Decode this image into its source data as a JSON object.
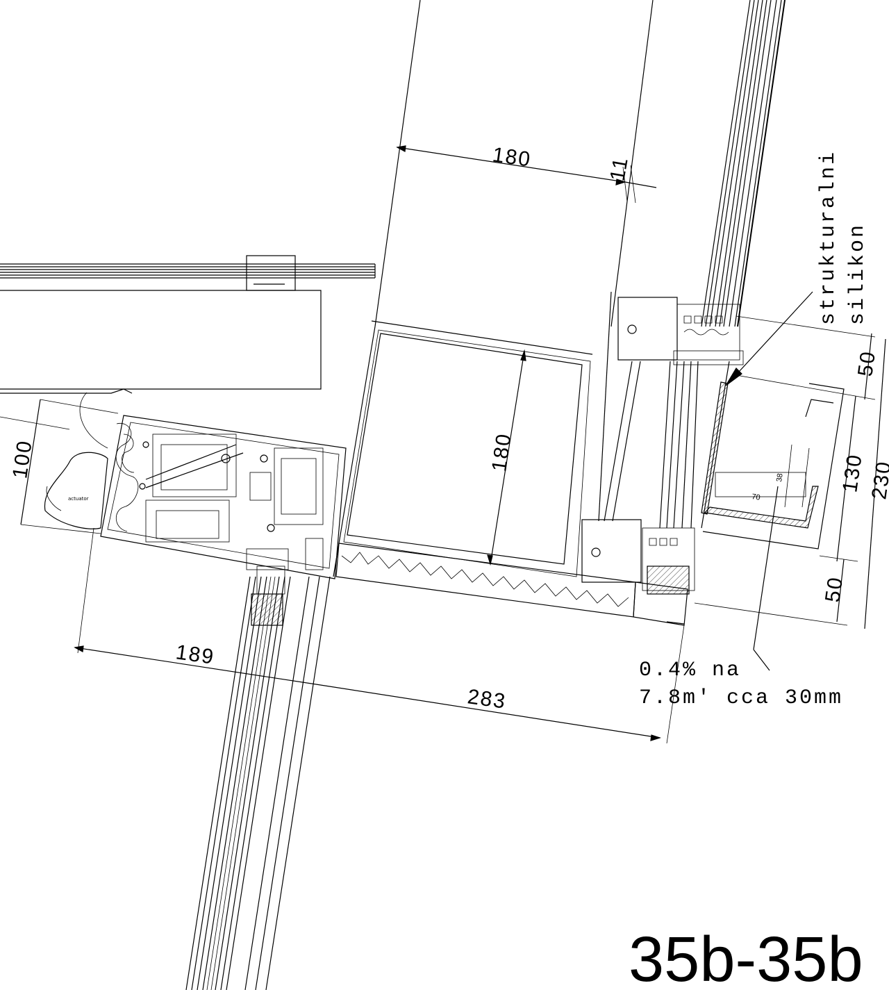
{
  "title": "35b-35b",
  "dimensions": {
    "d180_top": "180",
    "d11": "11",
    "d180_vertical": "180",
    "d100": "100",
    "d189": "189",
    "d283": "283",
    "d50_top": "50",
    "d130": "130",
    "d230": "230",
    "d50_bottom": "50",
    "d70": "70",
    "d38": "38"
  },
  "labels": {
    "silicone_line1": "strukturalni",
    "silicone_line2": "silikon",
    "slope_line1": "0.4% na",
    "slope_line2": "7.8m' cca 30mm",
    "motor_label": "actuator"
  }
}
